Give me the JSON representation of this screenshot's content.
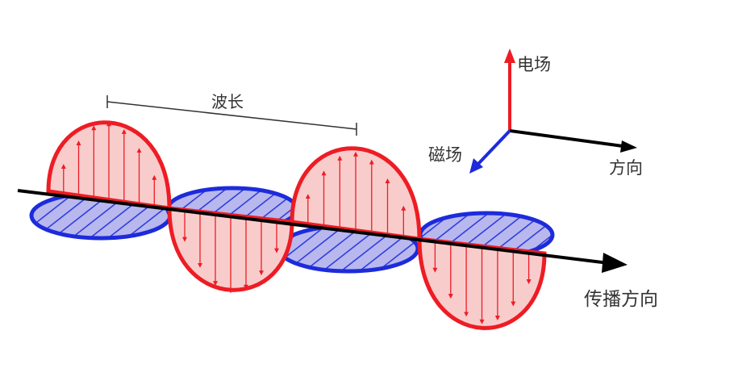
{
  "labels": {
    "wavelength": "波长",
    "electric_field": "电场",
    "magnetic_field": "磁场",
    "direction": "方向",
    "propagation_direction": "传播方向"
  },
  "colors": {
    "electric": "#ee1c24",
    "electric_fill": "#f9cccc",
    "magnetic": "#1d2bdc",
    "magnetic_fill": "#b8b8ee",
    "axis": "#000000",
    "bracket": "#333333"
  }
}
